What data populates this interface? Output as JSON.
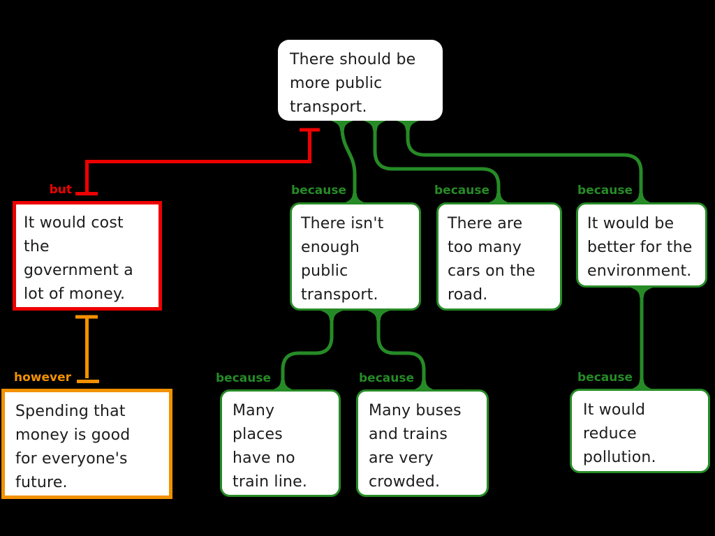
{
  "diagram": {
    "type": "argument-map",
    "background": "#000000",
    "colors": {
      "because_green": "#268b26",
      "but_red": "#ee0000",
      "however_orange": "#f29100",
      "node_background": "#ffffff",
      "node_text": "#1c1c1c"
    },
    "connector_labels": {
      "because": "because",
      "but": "but",
      "however": "however"
    },
    "nodes": {
      "claim": {
        "lines": [
          "There should be",
          "more public",
          "transport."
        ]
      },
      "reason_transport": {
        "lines": [
          "There isn't",
          "enough",
          "public",
          "transport."
        ]
      },
      "reason_cars": {
        "lines": [
          "There are",
          "too many",
          "cars on the",
          "road."
        ]
      },
      "reason_environment": {
        "lines": [
          "It would be",
          "better for the",
          "environment."
        ]
      },
      "reason_no_train": {
        "lines": [
          "Many",
          "places",
          "have no",
          "train line."
        ]
      },
      "reason_crowded": {
        "lines": [
          "Many buses",
          "and trains",
          "are very",
          "crowded."
        ]
      },
      "reason_pollution": {
        "lines": [
          "It would",
          "reduce",
          "pollution."
        ]
      },
      "objection_cost": {
        "lines": [
          "It would cost",
          "the",
          "government a",
          "lot of money."
        ]
      },
      "rebuttal_future": {
        "lines": [
          "Spending that",
          "money is good",
          "for everyone's",
          "future."
        ]
      }
    }
  }
}
